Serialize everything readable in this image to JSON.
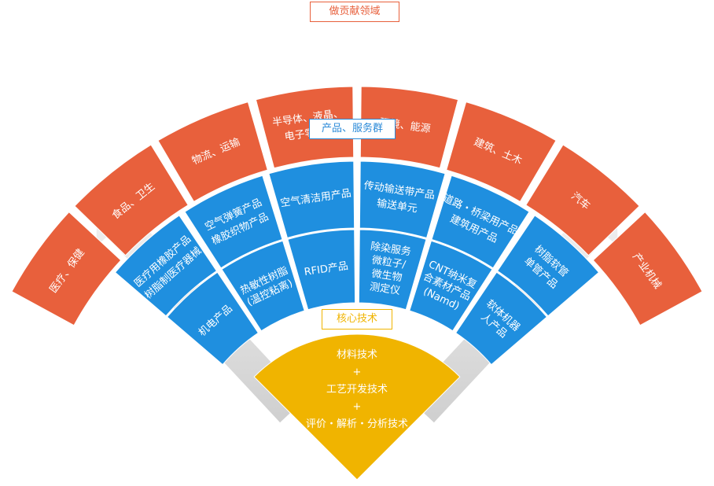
{
  "headers": {
    "contribution_fields": "做贡献领域",
    "products_services": "产品、服务群",
    "core_technology": "核心技术"
  },
  "fields": [
    [
      "医疗、保健"
    ],
    [
      "食品、卫生"
    ],
    [
      "物流、运输"
    ],
    [
      "半导体、液晶、",
      "电子零部件"
    ],
    [
      "环境、能源"
    ],
    [
      "建筑、土木"
    ],
    [
      "汽车"
    ],
    [
      "产业机械"
    ]
  ],
  "products_outer": [
    [
      "医疗用橡胶产品",
      "树脂制医疗器械"
    ],
    [
      "空气弹簧产品",
      "橡胶织物产品"
    ],
    [
      "空气清洁用产品"
    ],
    [
      "传动输送带产品",
      "输送单元"
    ],
    [
      "道路・桥梁用产品",
      "建筑用产品"
    ],
    [
      "树脂软管",
      "单管产品"
    ]
  ],
  "products_inner": [
    [
      "机电产品"
    ],
    [
      "热敏性树脂",
      "(温控粘离)"
    ],
    [
      "RFID产品"
    ],
    [
      "除染服务",
      "微粒子/",
      "微生物",
      "测定仪"
    ],
    [
      "CNT纳米复",
      "合素材产品",
      "(Namd)"
    ],
    [
      "软体机器",
      "人产品"
    ]
  ],
  "core_lines": [
    "材料技术",
    "+",
    "工艺开发技术",
    "+",
    "评价・解析・分析技术"
  ],
  "colors": {
    "orange": "#e8603c",
    "blue": "#1f8fdf",
    "yellow": "#f0b400",
    "arrow": "#d9d9d9"
  }
}
